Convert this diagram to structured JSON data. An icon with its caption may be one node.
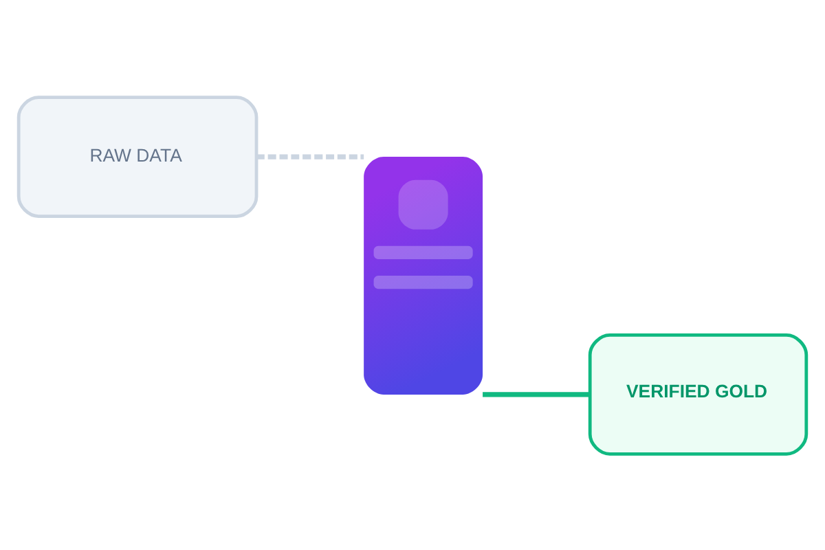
{
  "diagram": {
    "nodes": [
      {
        "text": [
          "RAW DATA"
        ]
      },
      {
        "text": [],
        "shape": "picture"
      },
      {
        "text": [
          "VERIFIED GOLD"
        ]
      }
    ],
    "edges": [
      {
        "from": 0,
        "to": 1,
        "arrow": "none",
        "style": "dashed",
        "color": "#cbd5e1"
      },
      {
        "from": 1,
        "to": 2,
        "arrow": "none",
        "color": "#10b981"
      }
    ]
  }
}
